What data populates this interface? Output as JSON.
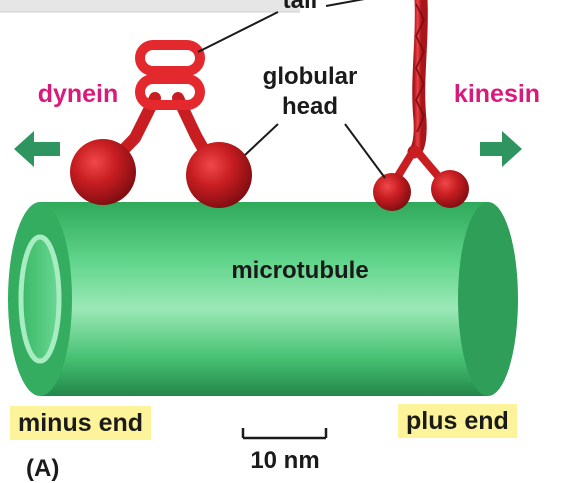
{
  "labels": {
    "tail": "tail",
    "dynein": "dynein",
    "kinesin": "kinesin",
    "globular_head_line1": "globular",
    "globular_head_line2": "head",
    "microtubule": "microtubule",
    "minus_end": "minus end",
    "plus_end": "plus end",
    "scale": "10 nm",
    "panel": "(A)"
  },
  "colors": {
    "motor_red": "#c81e22",
    "label_pink": "#d81b7a",
    "microtubule_green": "#3fbf6a",
    "arrow_green": "#2e9460",
    "end_label_bg": "#fdf39a"
  },
  "icons": {
    "left_arrow": "arrow-left-icon",
    "right_arrow": "arrow-right-icon"
  }
}
